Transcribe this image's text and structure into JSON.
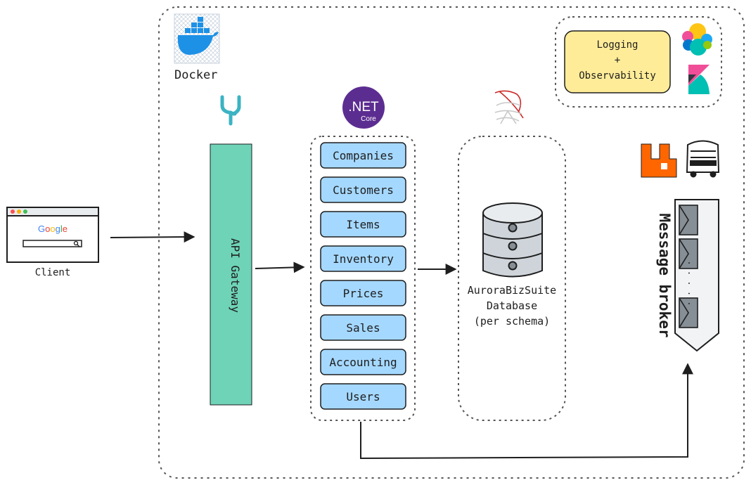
{
  "client": {
    "label": "Client",
    "search_brand": "Google",
    "brand_colors": [
      "#4285F4",
      "#EA4335",
      "#FBBC05",
      "#4285F4",
      "#34A853",
      "#EA4335"
    ]
  },
  "docker": {
    "label": "Docker",
    "icon": "docker-whale-icon",
    "color": "#1D91E6"
  },
  "gateway": {
    "label": "API Gateway",
    "icon": "gateway-fork-icon",
    "fill": "#6fd3b7"
  },
  "dotnet": {
    "line1": ".NET",
    "line2": "Core",
    "color": "#5c2d91"
  },
  "services": {
    "items": [
      "Companies",
      "Customers",
      "Items",
      "Inventory",
      "Prices",
      "Sales",
      "Accounting",
      "Users"
    ],
    "fill": "#a5d8ff",
    "stroke": "#1e1e1e"
  },
  "database": {
    "line1": "AuroraBizSuite",
    "line2": "Database",
    "line3": "(per schema)",
    "icon": "sql-server-icon"
  },
  "logging": {
    "line1": "Logging",
    "line2": "+",
    "line3": "Observability",
    "fill": "#ffec99",
    "icons": [
      "elastic-icon",
      "kibana-icon"
    ]
  },
  "broker": {
    "label": "Message broker",
    "icons": [
      "rabbitmq-icon",
      "masstransit-bus-icon"
    ],
    "dots": ". . . . ."
  }
}
